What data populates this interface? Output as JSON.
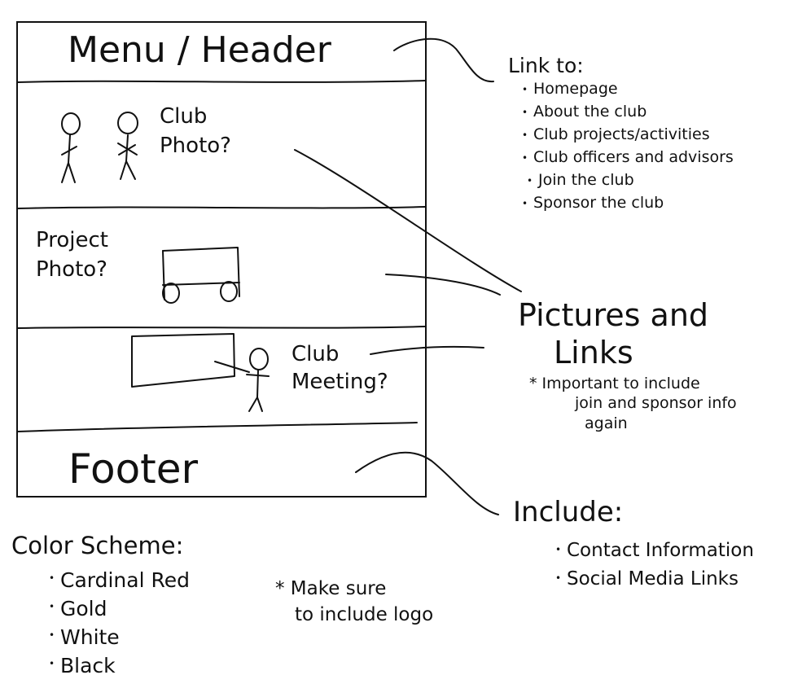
{
  "wireframe": {
    "sections": {
      "header": "Menu / Header",
      "club_photo": "Club Photo?",
      "project_photo": "Project Photo?",
      "club_meeting": "Club Meeting?",
      "footer": "Footer"
    }
  },
  "annotations": {
    "link_to": {
      "title": "Link to:",
      "items": [
        "Homepage",
        "About the club",
        "Club projects/activities",
        "Club officers and advisors",
        "Join the club",
        "Sponsor the club"
      ]
    },
    "pictures": {
      "title_line1": "Pictures and",
      "title_line2": "Links",
      "note_line1": "* Important to include",
      "note_line2": "join and sponsor info",
      "note_line3": "again"
    },
    "include": {
      "title": "Include:",
      "items": [
        "Contact Information",
        "Social Media Links"
      ]
    },
    "color_scheme": {
      "title": "Color Scheme:",
      "items": [
        "Cardinal Red",
        "Gold",
        "White",
        "Black"
      ]
    },
    "logo_note": {
      "line1": "* Make sure",
      "line2": "to include logo"
    }
  }
}
